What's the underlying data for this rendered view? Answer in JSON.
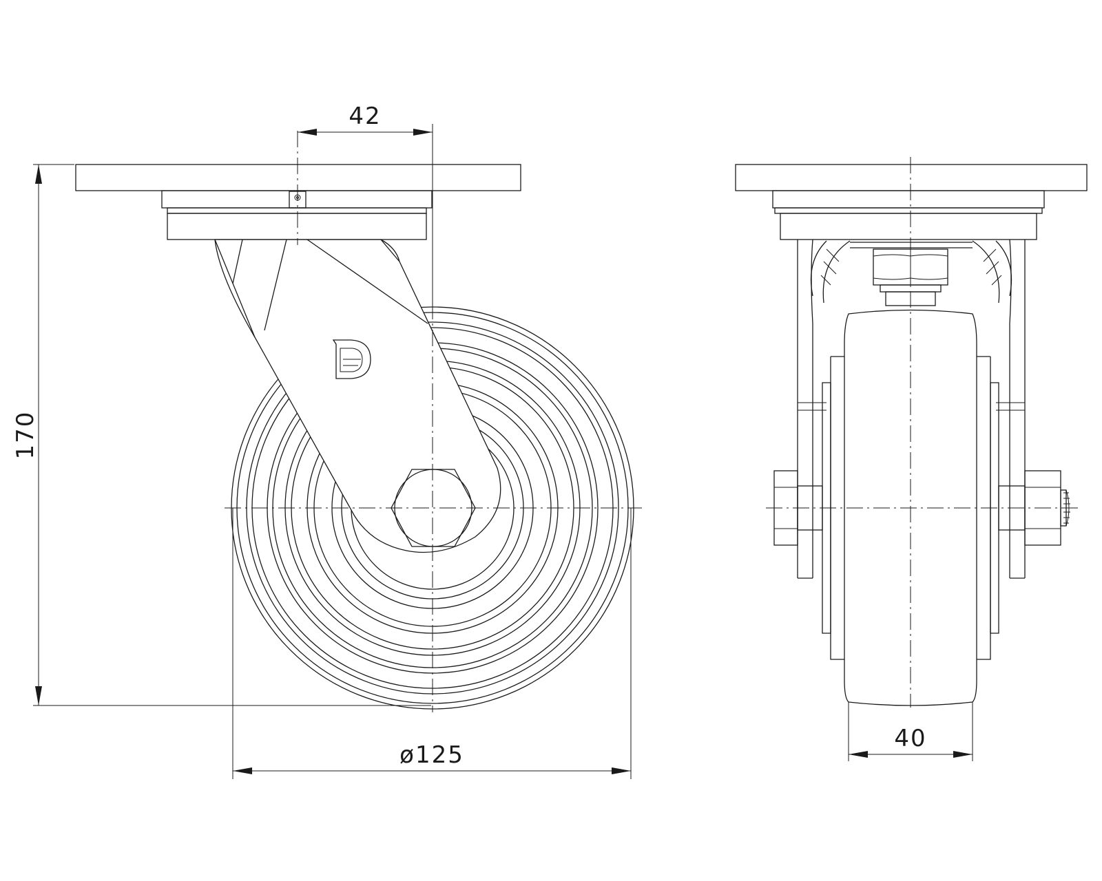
{
  "drawing": {
    "dimensions": {
      "offset": "42",
      "height": "170",
      "wheel_diameter": "ø125",
      "wheel_width": "40"
    },
    "colors": {
      "line": "#1a1a1a",
      "background": "#ffffff"
    }
  }
}
